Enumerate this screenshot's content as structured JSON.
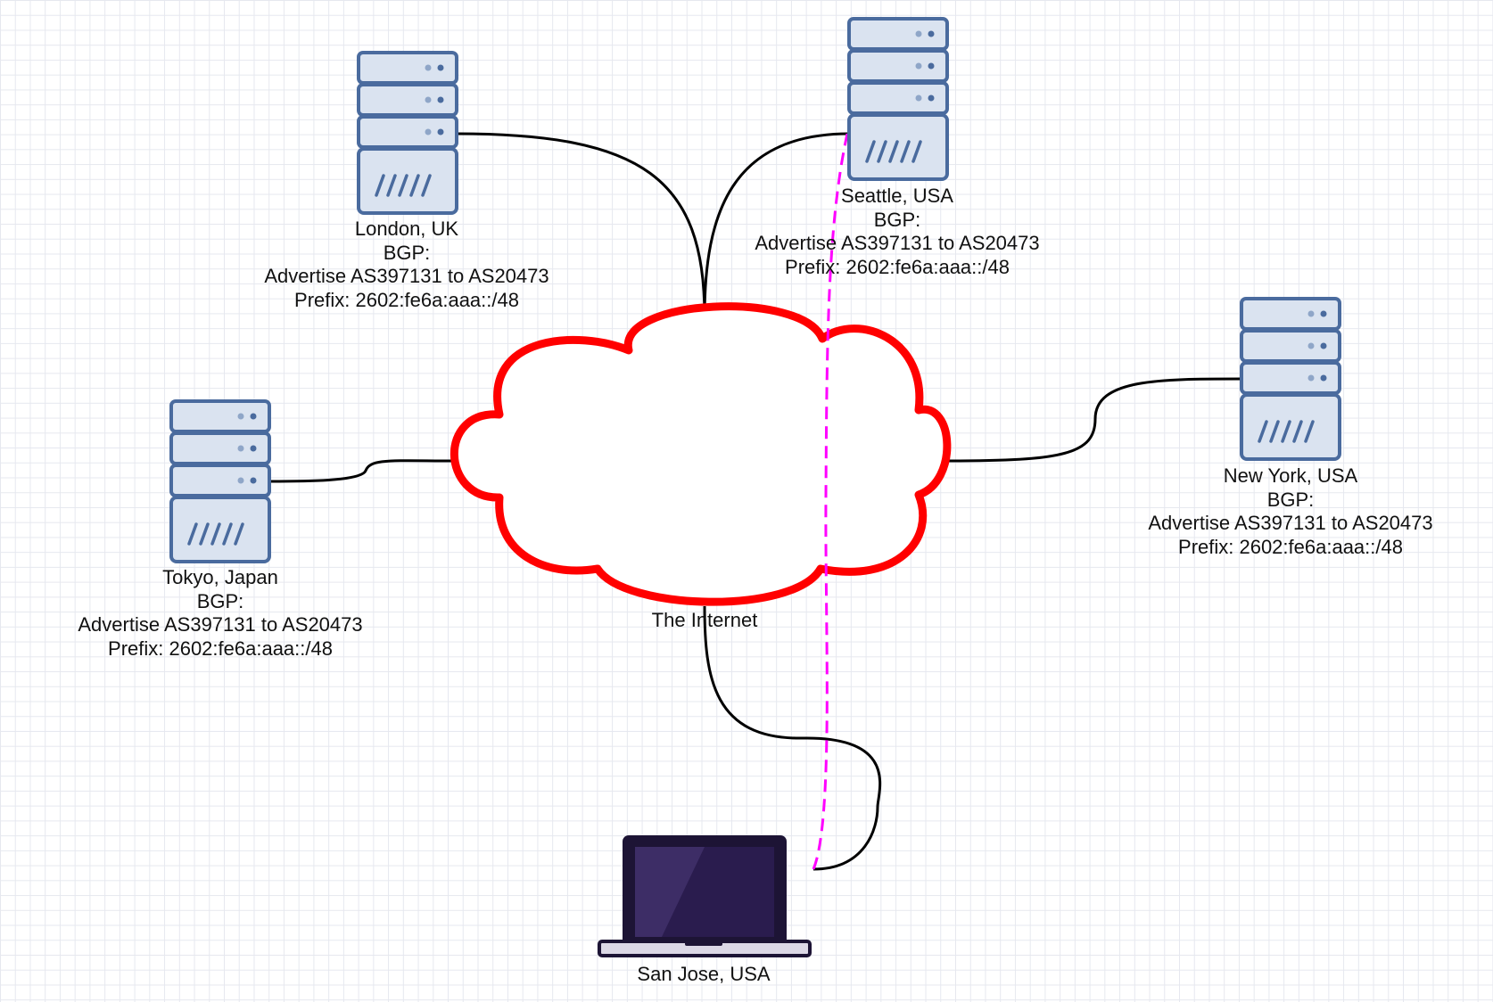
{
  "colors": {
    "cloud_stroke": "#ff0000",
    "server_fill": "#dae3f0",
    "server_stroke": "#4a6b9e",
    "laptop_frame": "#1d1435",
    "laptop_screen": "#2a1c4e",
    "laptop_base": "#dcd8e6",
    "link": "#000000",
    "path_highlight": "#ff00ff"
  },
  "cloud": {
    "label": "The Internet"
  },
  "nodes": {
    "london": {
      "name": "London, UK",
      "bgp_title": "BGP:",
      "advertise": "Advertise AS397131 to AS20473",
      "prefix": "Prefix: 2602:fe6a:aaa::/48"
    },
    "seattle": {
      "name": "Seattle, USA",
      "bgp_title": "BGP:",
      "advertise": "Advertise AS397131 to AS20473",
      "prefix": "Prefix: 2602:fe6a:aaa::/48"
    },
    "tokyo": {
      "name": "Tokyo, Japan",
      "bgp_title": "BGP:",
      "advertise": "Advertise AS397131 to AS20473",
      "prefix": "Prefix: 2602:fe6a:aaa::/48"
    },
    "newyork": {
      "name": "New York, USA",
      "bgp_title": "BGP:",
      "advertise": "Advertise AS397131 to AS20473",
      "prefix": "Prefix: 2602:fe6a:aaa::/48"
    },
    "sanjose": {
      "name": "San Jose, USA"
    }
  }
}
